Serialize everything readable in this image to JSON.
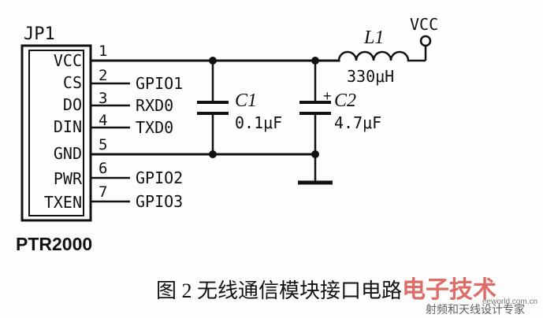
{
  "connector": {
    "ref": "JP1",
    "part": "PTR2000",
    "pins": [
      {
        "num": "1",
        "label": "VCC",
        "net": ""
      },
      {
        "num": "2",
        "label": "CS",
        "net": "GPIO1"
      },
      {
        "num": "3",
        "label": "DO",
        "net": "RXD0"
      },
      {
        "num": "4",
        "label": "DIN",
        "net": "TXD0"
      },
      {
        "num": "5",
        "label": "GND",
        "net": ""
      },
      {
        "num": "6",
        "label": "PWR",
        "net": "GPIO2"
      },
      {
        "num": "7",
        "label": "TXEN",
        "net": "GPIO3"
      }
    ]
  },
  "components": {
    "c1": {
      "ref": "C1",
      "value": "0.1μF"
    },
    "c2": {
      "ref": "C2",
      "value": "4.7μF",
      "polarity": "+"
    },
    "l1": {
      "ref": "L1",
      "value": "330μH"
    }
  },
  "power": {
    "vcc_label": "VCC"
  },
  "caption": "图 2  无线通信模块接口电路",
  "watermark": {
    "logo_text": "电子技术",
    "tagline": "射频和天线设计专家",
    "site": "eeworld.com.cn"
  }
}
